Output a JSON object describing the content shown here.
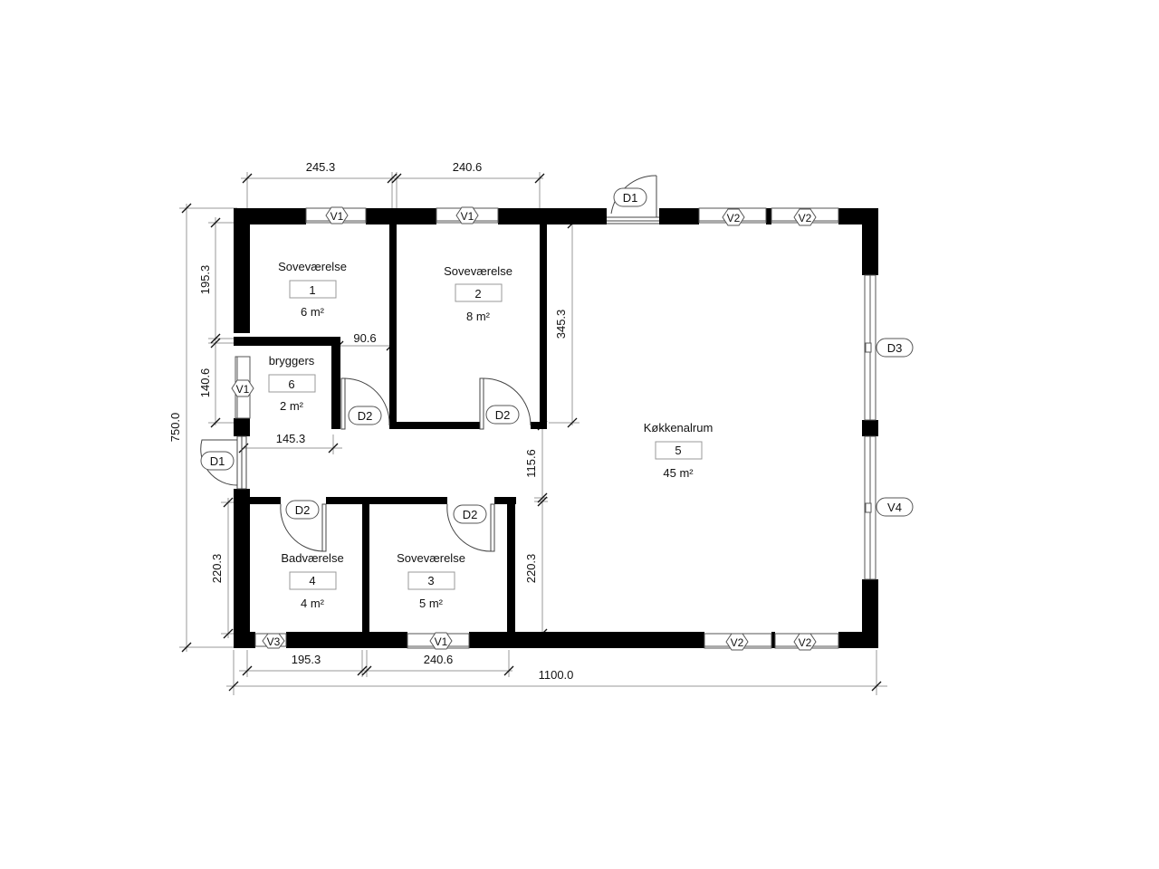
{
  "colors": {
    "wall": "#000000",
    "dim": "#9a9a9a",
    "text": "#111111",
    "tag_border": "#555555",
    "background": "#ffffff"
  },
  "rooms": [
    {
      "name": "Soveværelse",
      "number": "1",
      "area": "6 m²"
    },
    {
      "name": "Soveværelse",
      "number": "2",
      "area": "8 m²"
    },
    {
      "name": "Soveværelse",
      "number": "3",
      "area": "5 m²"
    },
    {
      "name": "Badværelse",
      "number": "4",
      "area": "4 m²"
    },
    {
      "name": "Køkkenalrum",
      "number": "5",
      "area": "45 m²"
    },
    {
      "name": "bryggers",
      "number": "6",
      "area": "2 m²"
    }
  ],
  "dimensions": {
    "top_1": "245.3",
    "top_2": "240.6",
    "left_total": "750.0",
    "left_1": "195.3",
    "left_2": "140.6",
    "left_3": "220.3",
    "inner_90": "90.6",
    "inner_145": "145.3",
    "inner_345": "345.3",
    "inner_115": "115.6",
    "inner_220": "220.3",
    "bottom_1": "195.3",
    "bottom_2": "240.6",
    "bottom_total": "1100.0"
  },
  "window_tags": {
    "v1": "V1",
    "v2": "V2",
    "v3": "V3",
    "v4": "V4"
  },
  "door_tags": {
    "d1": "D1",
    "d2": "D2",
    "d3": "D3"
  }
}
